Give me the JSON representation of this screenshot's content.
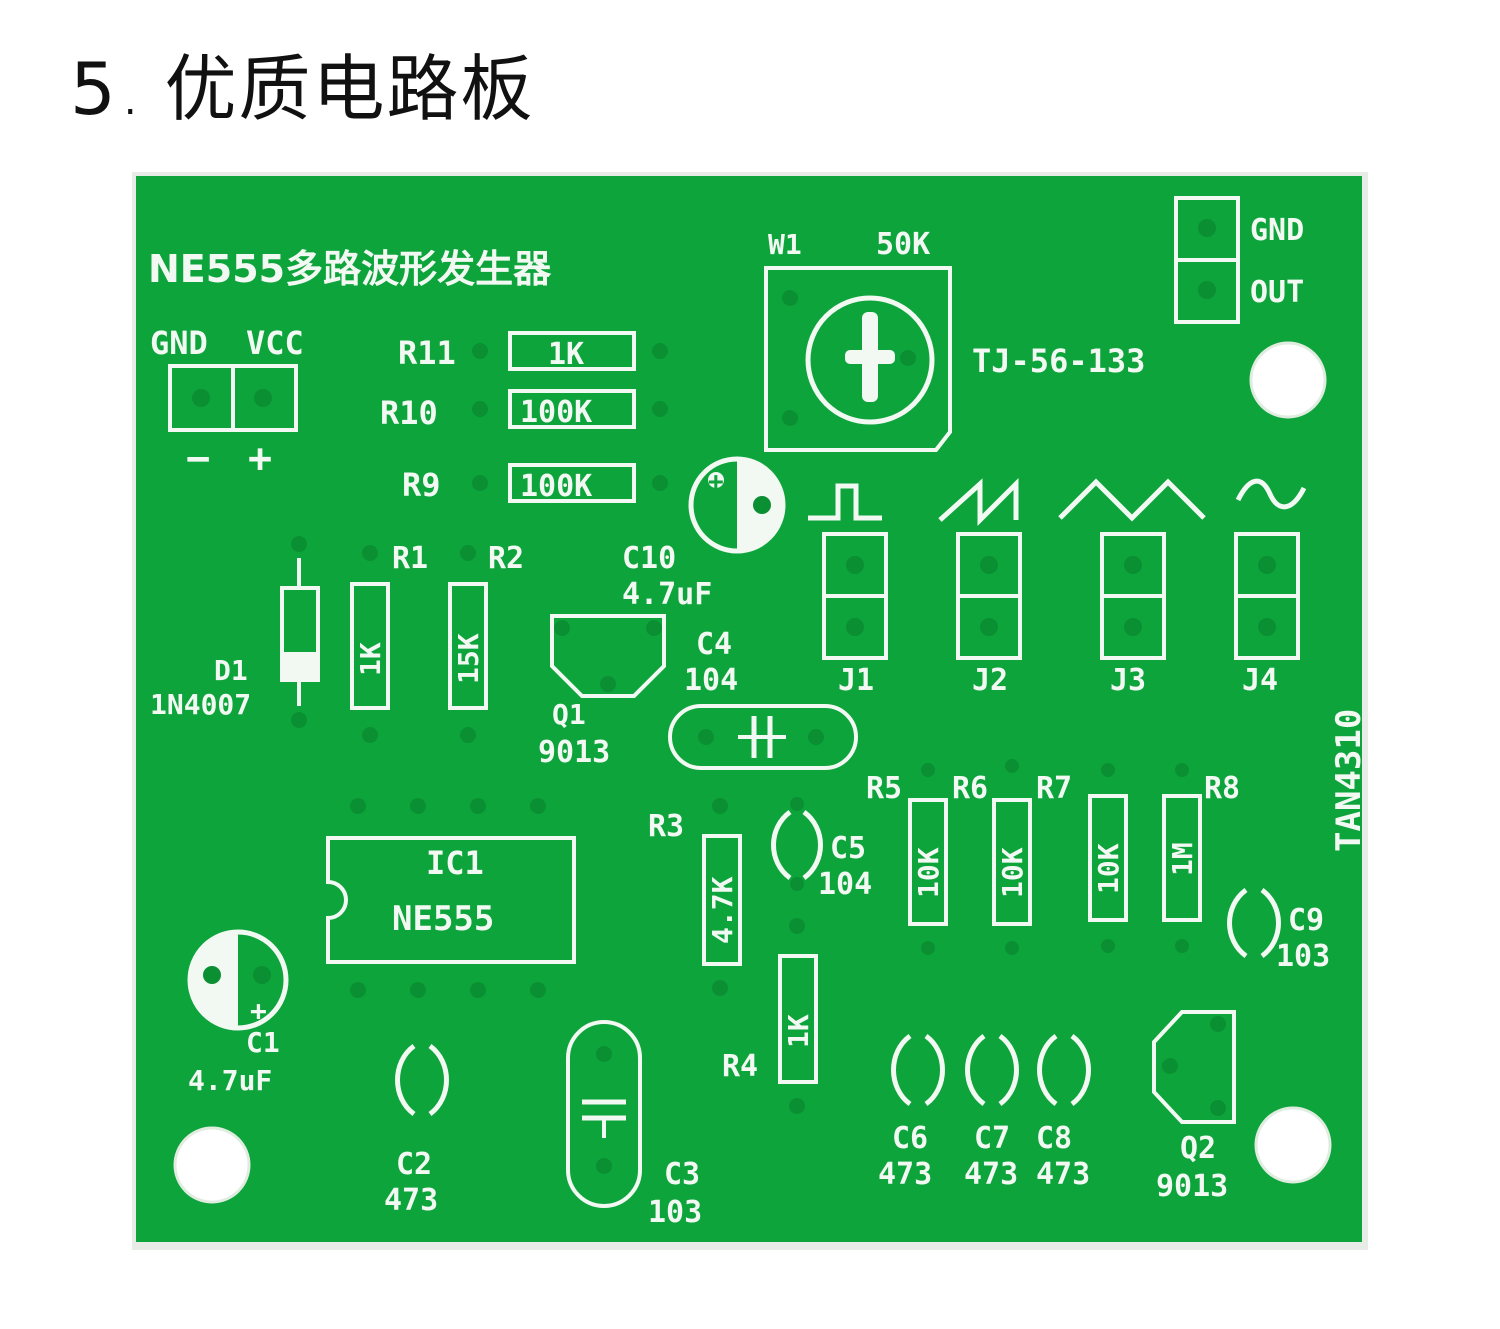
{
  "heading": {
    "number": "5",
    "dot": ".",
    "text": "优质电路板"
  },
  "colors": {
    "board": "#0da43c",
    "silk": "#f2f8f2",
    "pad": "#0b8f33",
    "edge": "#e7ece7"
  },
  "board": {
    "title": "NE555多路波形发生器",
    "power": {
      "gnd": "GND",
      "vcc": "VCC",
      "minus": "−",
      "plus": "+"
    },
    "resistors_top": [
      {
        "ref": "R11",
        "value": "1K"
      },
      {
        "ref": "R10",
        "value": "100K"
      },
      {
        "ref": "R9",
        "value": "100K"
      }
    ],
    "pot": {
      "ref": "W1",
      "value": "50K",
      "model": "TJ-56-133"
    },
    "output": {
      "gnd": "GND",
      "out": "OUT"
    },
    "jumpers": [
      "J1",
      "J2",
      "J3",
      "J4"
    ],
    "wave_icons": [
      "square-wave-icon",
      "sawtooth-wave-icon",
      "triangle-wave-icon",
      "sine-wave-icon"
    ],
    "c10": {
      "ref": "C10",
      "value": "4.7uF"
    },
    "c4": {
      "ref": "C4",
      "value": "104"
    },
    "q1": {
      "ref": "Q1",
      "value": "9013"
    },
    "d1": {
      "ref": "D1",
      "value": "1N4007"
    },
    "r1": {
      "ref": "R1",
      "value": "1K"
    },
    "r2": {
      "ref": "R2",
      "value": "15K"
    },
    "ic1": {
      "ref": "IC1",
      "value": "NE555"
    },
    "r3": {
      "ref": "R3",
      "value": "4.7K"
    },
    "r4": {
      "ref": "R4",
      "value": "1K"
    },
    "c5": {
      "ref": "C5",
      "value": "104"
    },
    "r5": {
      "ref": "R5",
      "value": "10K"
    },
    "r6": {
      "ref": "R6",
      "value": "10K"
    },
    "r7": {
      "ref": "R7",
      "value": "10K"
    },
    "r8": {
      "ref": "R8",
      "value": "1M"
    },
    "c9": {
      "ref": "C9",
      "value": "103"
    },
    "tan": "TAN4310",
    "c1": {
      "ref": "C1",
      "value": "4.7uF"
    },
    "c2": {
      "ref": "C2",
      "value": "473"
    },
    "c3": {
      "ref": "C3",
      "value": "103"
    },
    "c6": {
      "ref": "C6",
      "value": "473"
    },
    "c7": {
      "ref": "C7",
      "value": "473"
    },
    "c8": {
      "ref": "C8",
      "value": "473"
    },
    "q2": {
      "ref": "Q2",
      "value": "9013"
    }
  }
}
